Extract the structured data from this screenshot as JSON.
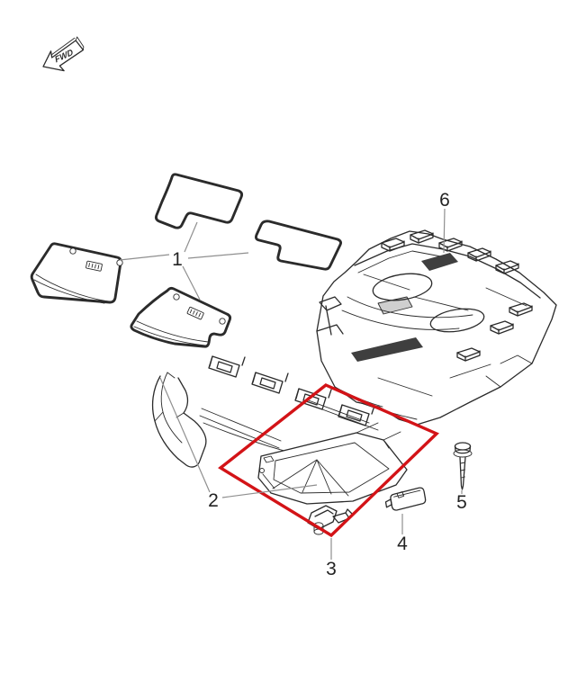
{
  "diagram": {
    "background_color": "#ffffff",
    "line_color": "#2b2b2b",
    "leader_color": "#8f8f8f",
    "highlight_color": "#d31317",
    "direction_indicator": {
      "label": "FWD"
    },
    "callouts": [
      {
        "label": "1"
      },
      {
        "label": "2"
      },
      {
        "label": "3"
      },
      {
        "label": "4"
      },
      {
        "label": "5"
      },
      {
        "label": "6"
      }
    ]
  }
}
